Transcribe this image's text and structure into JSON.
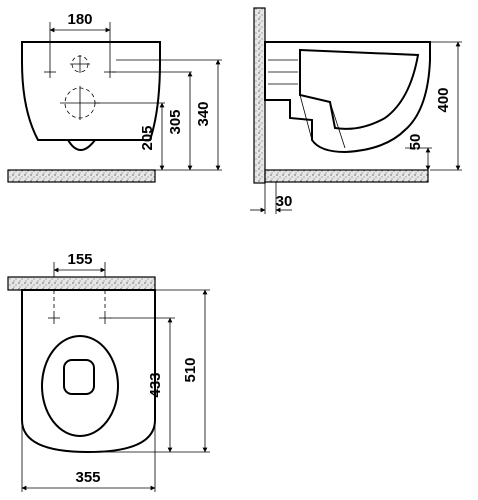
{
  "front_view": {
    "dim_width_holes": "180",
    "dim_height_205": "205",
    "dim_height_305": "305",
    "dim_height_340": "340"
  },
  "side_view": {
    "dim_height_400": "400",
    "dim_height_50": "50",
    "dim_depth_30": "30"
  },
  "top_view": {
    "dim_width_holes": "155",
    "dim_depth_433": "433",
    "dim_depth_510": "510",
    "dim_width_total": "355"
  }
}
